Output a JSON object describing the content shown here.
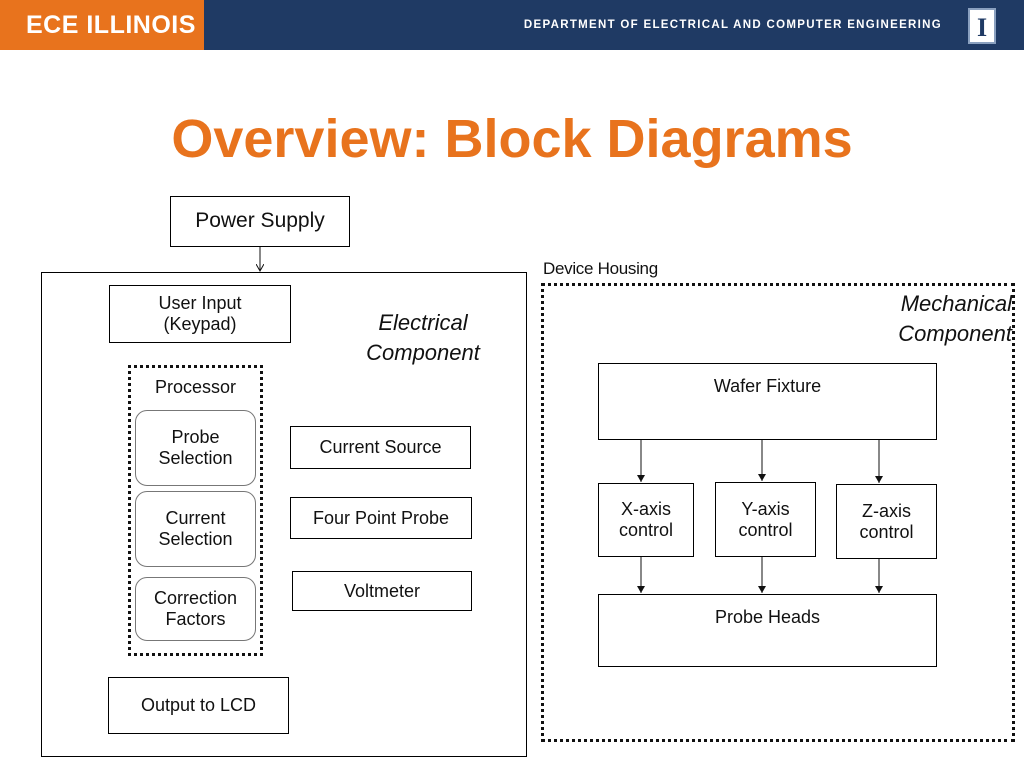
{
  "header": {
    "brand": "ECE ILLINOIS",
    "department": "DEPARTMENT OF ELECTRICAL AND COMPUTER ENGINEERING",
    "logo_letter": "I"
  },
  "title": "Overview: Block Diagrams",
  "colors": {
    "accent": "#e8731d",
    "header_bg": "#1f3a64",
    "logo_letter": "#1f3a64"
  },
  "diagram": {
    "power_supply": "Power Supply",
    "electrical": {
      "label": "Electrical\nComponent",
      "user_input": "User Input\n(Keypad)",
      "processor": {
        "label": "Processor",
        "probe_selection": "Probe\nSelection",
        "current_selection": "Current\nSelection",
        "correction_factors": "Correction\nFactors"
      },
      "current_source": "Current Source",
      "four_point_probe": "Four Point Probe",
      "voltmeter": "Voltmeter",
      "output": "Output to LCD"
    },
    "mechanical": {
      "housing_label": "Device Housing",
      "label": "Mechanical\nComponent",
      "wafer_fixture": "Wafer Fixture",
      "x_axis": "X-axis\ncontrol",
      "y_axis": "Y-axis\ncontrol",
      "z_axis": "Z-axis\ncontrol",
      "probe_heads": "Probe Heads"
    }
  }
}
